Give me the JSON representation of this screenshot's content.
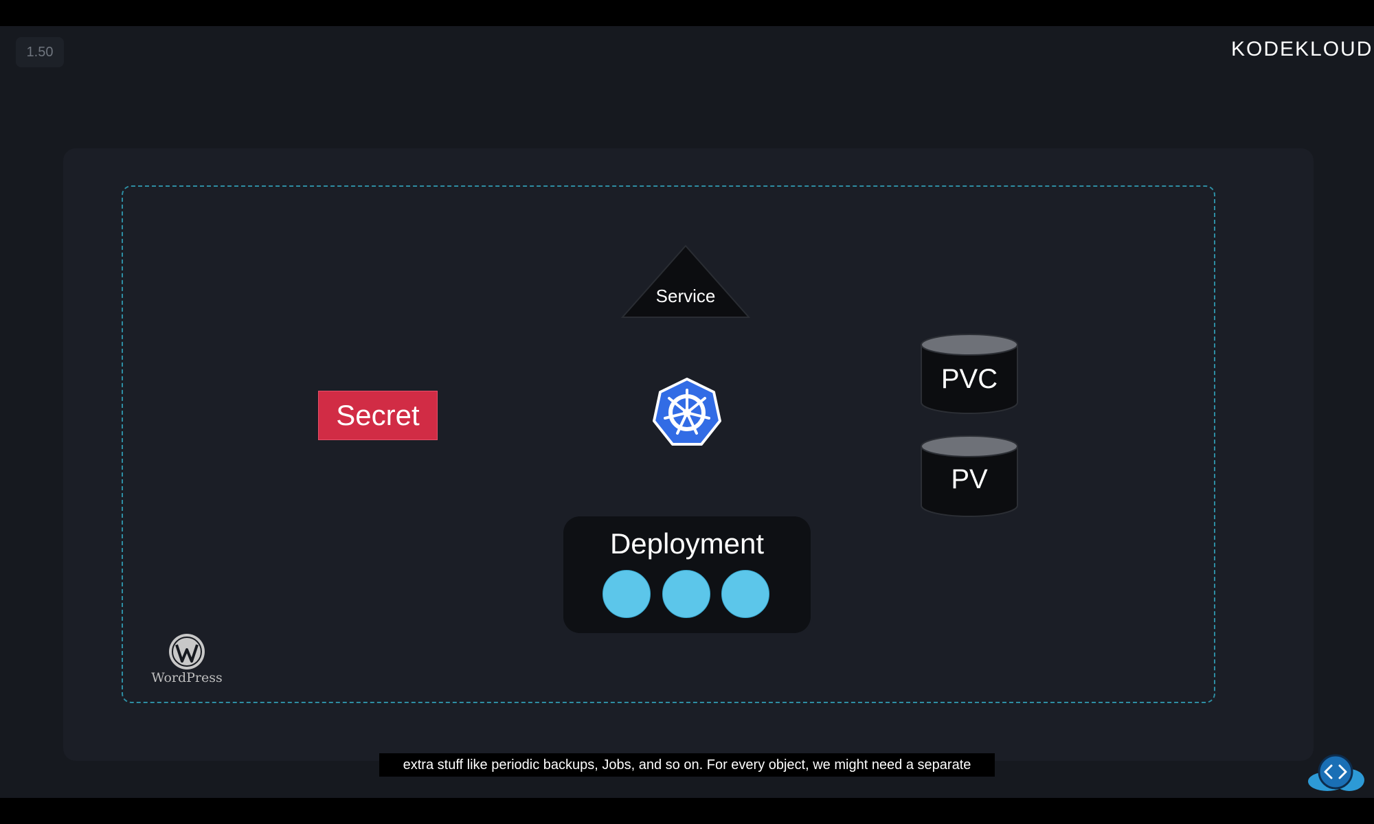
{
  "player": {
    "speed": "1.50",
    "brand": "KODEKLOUD",
    "caption": "extra stuff like periodic backups, Jobs, and so on. For every object, we might need a separate"
  },
  "diagram": {
    "service_label": "Service",
    "secret_label": "Secret",
    "pvc_label": "PVC",
    "pv_label": "PV",
    "deployment_label": "Deployment",
    "pod_count": 3,
    "wordpress_label": "WordPress",
    "icons": [
      "kubernetes-icon",
      "wordpress-icon",
      "code-cloud-icon"
    ]
  },
  "colors": {
    "background": "#16191f",
    "panel": "#1b1e26",
    "cluster_border": "#2e8ea3",
    "secret": "#d12c45",
    "pod": "#5cc6ea",
    "kubernetes": "#326ce5"
  }
}
